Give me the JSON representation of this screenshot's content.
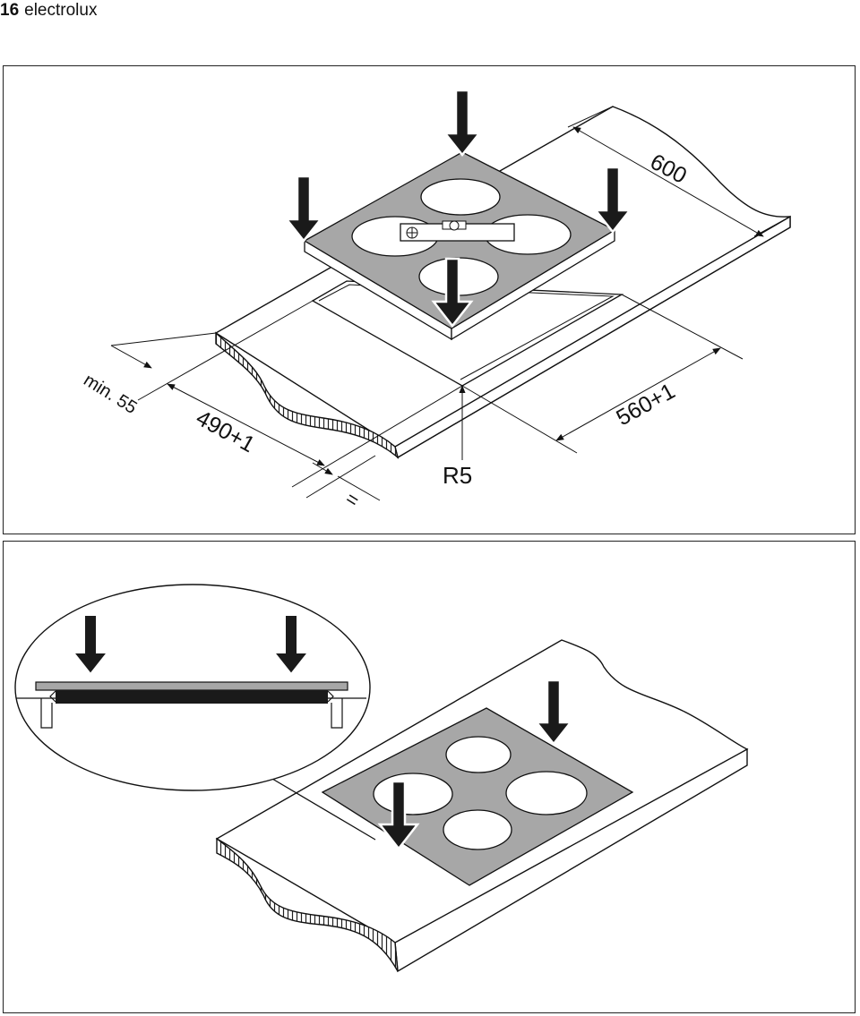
{
  "header": {
    "page_number": "16",
    "brand": "electrolux"
  },
  "figure1": {
    "dim_depth": "600",
    "dim_cutout_width": "560+1",
    "dim_cutout_depth": "490+1",
    "dim_min_edge": "min. 55",
    "dim_equal": "=",
    "dim_radius": "R5"
  },
  "colors": {
    "hob": "#a7a7a7",
    "line": "#111111",
    "arrow": "#1a1a1a"
  }
}
